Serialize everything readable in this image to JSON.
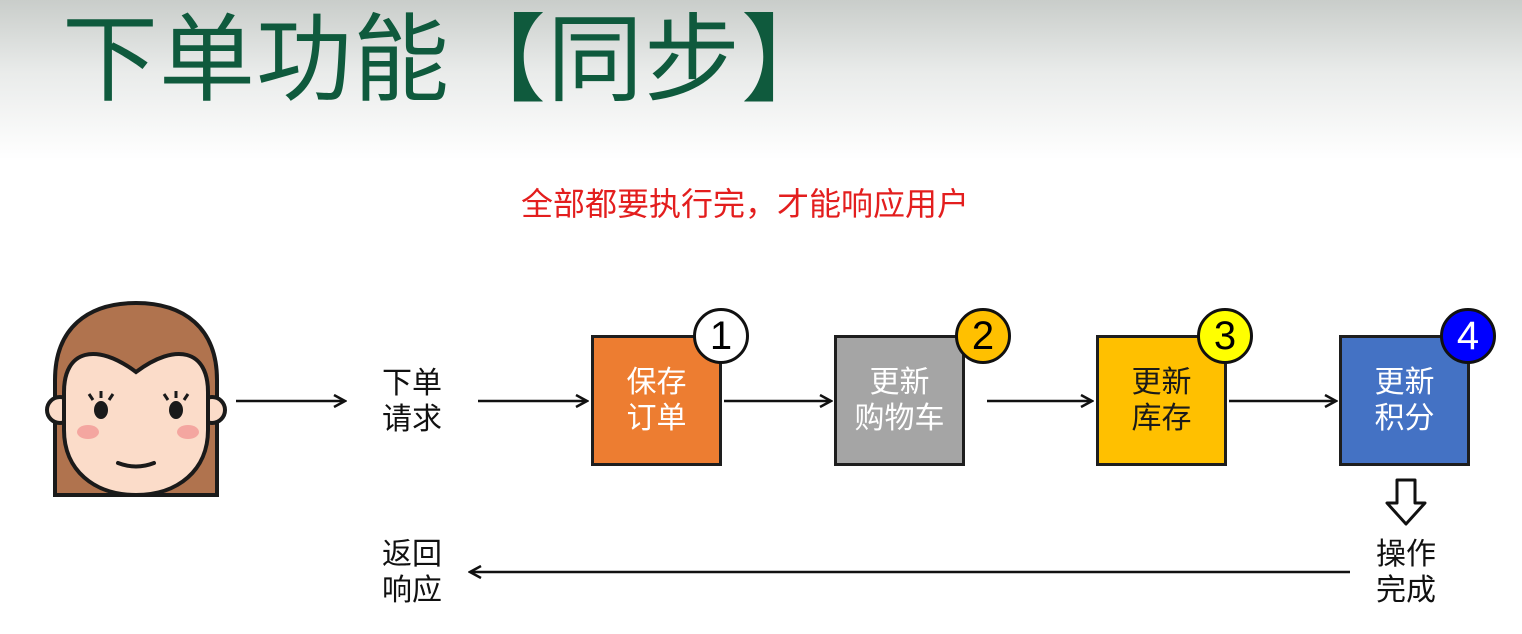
{
  "title": "下单功能【同步】",
  "subtitle": "全部都要执行完，才能响应用户",
  "request_label": [
    "下单",
    "请求"
  ],
  "return_label": [
    "返回",
    "响应"
  ],
  "done_label": [
    "操作",
    "完成"
  ],
  "steps": [
    {
      "number": "1",
      "lines": [
        "保存",
        "订单"
      ],
      "box_color": "#ed7d31",
      "text_color": "#ffffff",
      "badge_color": "#ffffff",
      "badge_text_color": "#000000"
    },
    {
      "number": "2",
      "lines": [
        "更新",
        "购物车"
      ],
      "box_color": "#a5a5a5",
      "text_color": "#ffffff",
      "badge_color": "#ffc000",
      "badge_text_color": "#000000"
    },
    {
      "number": "3",
      "lines": [
        "更新",
        "库存"
      ],
      "box_color": "#ffc000",
      "text_color": "#1a1a1a",
      "badge_color": "#ffff00",
      "badge_text_color": "#000000"
    },
    {
      "number": "4",
      "lines": [
        "更新",
        "积分"
      ],
      "box_color": "#4472c4",
      "text_color": "#ffffff",
      "badge_color": "#0000ff",
      "badge_text_color": "#ffffff"
    }
  ],
  "colors": {
    "title": "#0f5a3d",
    "subtitle": "#e31e1e",
    "avatar_hair": "#b0734e",
    "avatar_skin": "#fbdcc9",
    "avatar_cheek": "#f4a6a0"
  }
}
